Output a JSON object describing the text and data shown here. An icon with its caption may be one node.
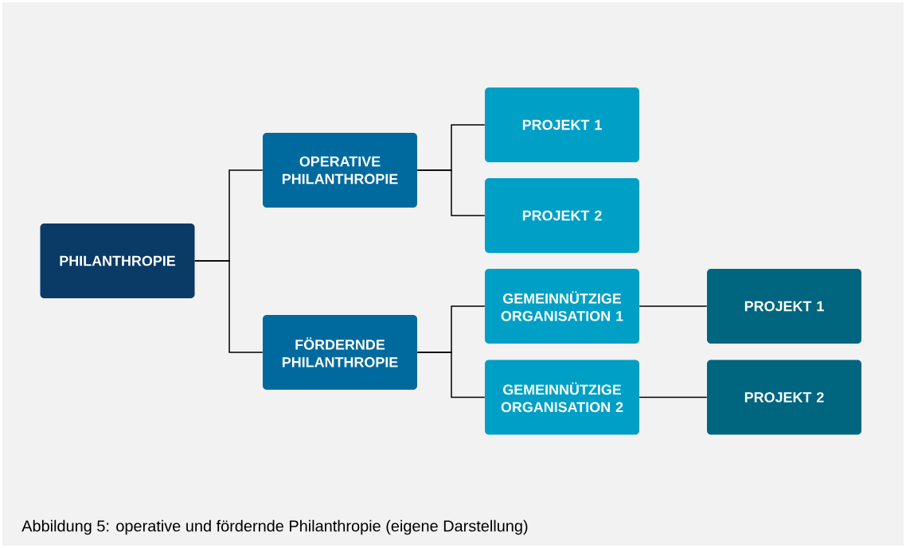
{
  "diagram": {
    "caption": "Abbildung 5: operative und fördernde Philanthropie (eigene Darstellung)",
    "nodes": [
      {
        "text": [
          "PHILANTHROPIE"
        ]
      },
      {
        "text": [
          "OPERATIVE PHILANTHROPIE"
        ]
      },
      {
        "text": [
          "PROJEKT 1"
        ]
      },
      {
        "text": [
          "PROJEKT 2"
        ]
      },
      {
        "text": [
          "FÖRDERNDE PHILANTHROPIE"
        ]
      },
      {
        "text": [
          "GEMEINNÜTZIGE ORGANISATION 1"
        ]
      },
      {
        "text": [
          "PROJEKT 1"
        ]
      },
      {
        "text": [
          "GEMEINNÜTZIGE ORGANISATION 2"
        ]
      },
      {
        "text": [
          "PROJEKT 2"
        ]
      }
    ],
    "edges": [
      {
        "from": 0,
        "to": 1,
        "arrow": "none"
      },
      {
        "from": 0,
        "to": 4,
        "arrow": "none"
      },
      {
        "from": 1,
        "to": 2,
        "arrow": "none"
      },
      {
        "from": 1,
        "to": 3,
        "arrow": "none"
      },
      {
        "from": 4,
        "to": 5,
        "arrow": "none"
      },
      {
        "from": 4,
        "to": 7,
        "arrow": "none"
      },
      {
        "from": 5,
        "to": 6,
        "arrow": "none"
      },
      {
        "from": 7,
        "to": 8,
        "arrow": "none"
      }
    ]
  }
}
